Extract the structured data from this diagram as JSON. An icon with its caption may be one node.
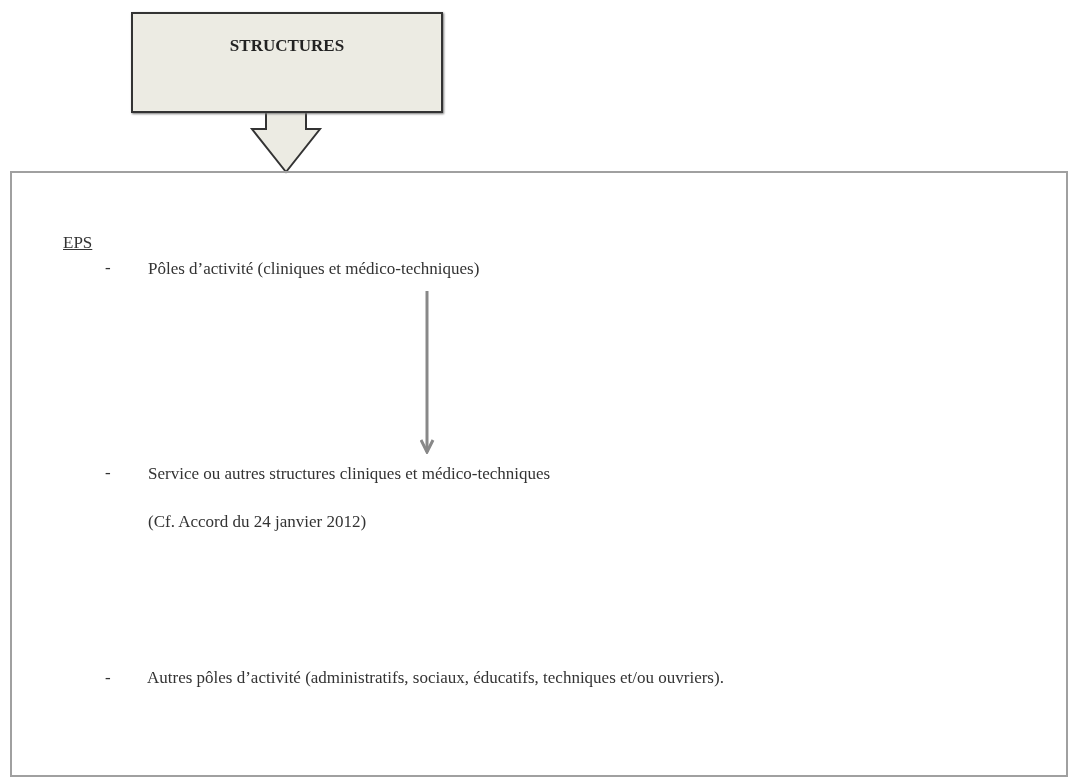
{
  "diagram": {
    "nodes": [
      {
        "text": [
          "STRUCTURES"
        ]
      },
      {
        "text": [],
        "shape": "box"
      },
      {
        "text": [
          "Pôles d’activité (cliniques et médico-techniques)"
        ],
        "in": 1
      },
      {
        "text": [
          "Service ou autres structures cliniques et médico-techniques",
          "(Cf. Accord du 24 janvier 2012)"
        ],
        "in": 1
      }
    ],
    "edges": [
      {
        "from": 0,
        "to": 1,
        "arrow": "to"
      },
      {
        "from": 2,
        "to": 3,
        "arrow": "to"
      }
    ],
    "labels": [
      "EPS",
      "-",
      "-",
      "-",
      "Autres pôles d’activité (administratifs, sociaux, éducatifs, techniques et/ou ouvriers)."
    ]
  }
}
